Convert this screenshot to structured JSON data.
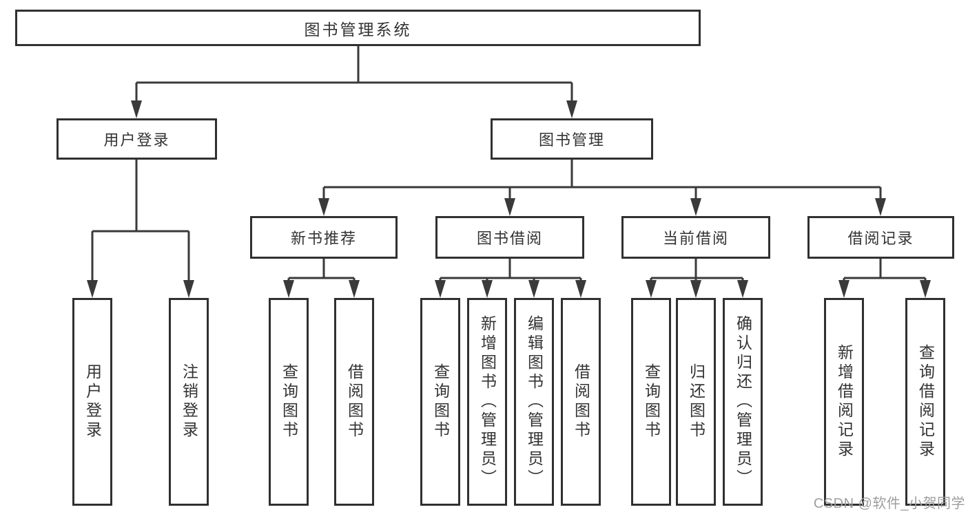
{
  "tree": {
    "label": "图书管理系统",
    "children": [
      {
        "label": "用户登录",
        "children": [
          {
            "label": "用户登录"
          },
          {
            "label": "注销登录"
          }
        ]
      },
      {
        "label": "图书管理",
        "children": [
          {
            "label": "新书推荐",
            "children": [
              {
                "label": "查询图书"
              },
              {
                "label": "借阅图书"
              }
            ]
          },
          {
            "label": "图书借阅",
            "children": [
              {
                "label": "查询图书"
              },
              {
                "label": "新增图书（管理员）"
              },
              {
                "label": "编辑图书（管理员）"
              },
              {
                "label": "借阅图书"
              }
            ]
          },
          {
            "label": "当前借阅",
            "children": [
              {
                "label": "查询图书"
              },
              {
                "label": "归还图书"
              },
              {
                "label": "确认归还（管理员）"
              }
            ]
          },
          {
            "label": "借阅记录",
            "children": [
              {
                "label": "新增借阅记录"
              },
              {
                "label": "查询借阅记录"
              }
            ]
          }
        ]
      }
    ]
  },
  "watermark": {
    "text": "CSDN @软件_小贺同学"
  },
  "colors": {
    "line": "#3a3a3a",
    "border": "#303030",
    "text": "#333333",
    "watermark_gray": "#9e9e9e",
    "background": "#ffffff"
  }
}
